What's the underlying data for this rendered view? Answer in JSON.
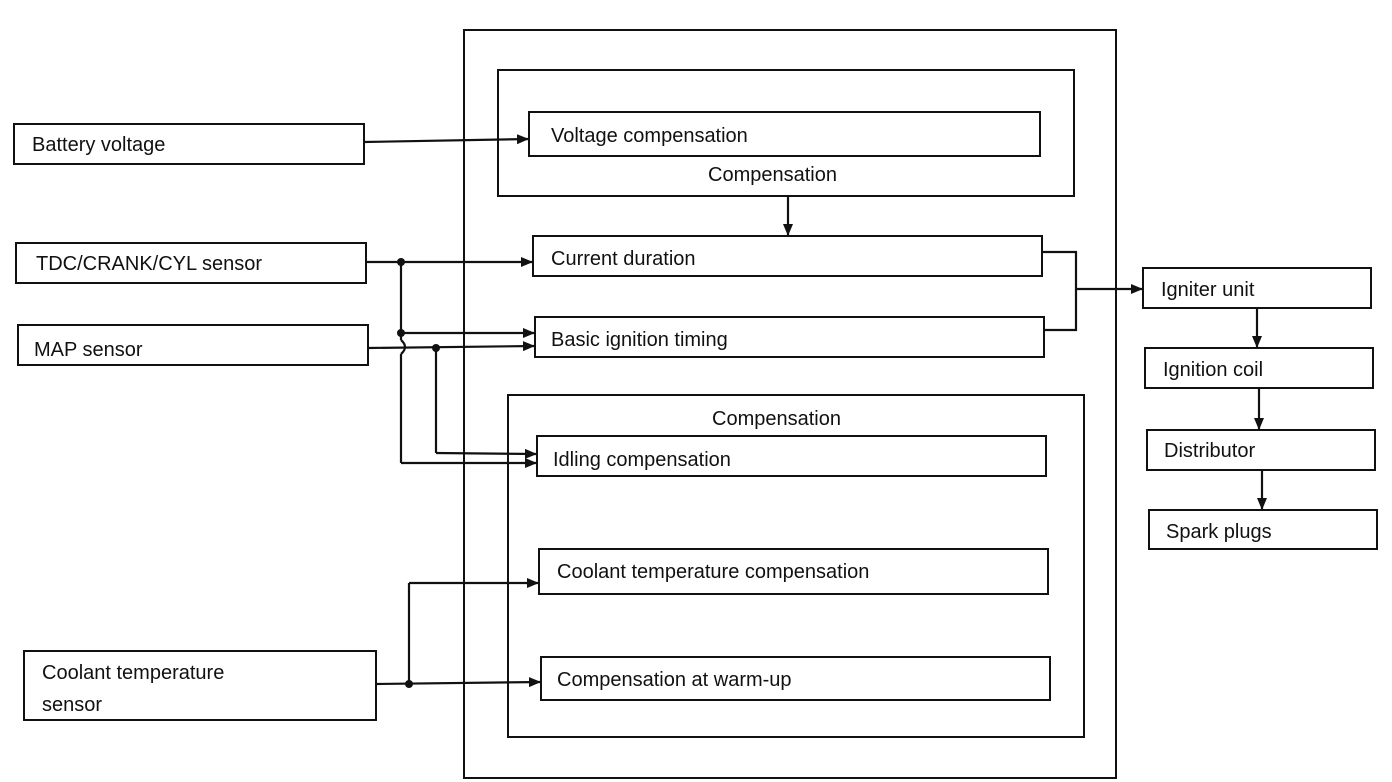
{
  "inputs": {
    "battery_voltage": "Battery voltage",
    "tdc_sensor": "TDC/CRANK/CYL sensor",
    "map_sensor": "MAP sensor",
    "coolant_sensor_line1": "Coolant temperature",
    "coolant_sensor_line2": "sensor"
  },
  "ecu": {
    "upper_group": {
      "voltage_compensation": "Voltage compensation",
      "caption": "Compensation"
    },
    "current_duration": "Current duration",
    "basic_ignition_timing": "Basic ignition timing",
    "lower_group": {
      "caption": "Compensation",
      "idling_compensation": "Idling compensation",
      "coolant_temperature_compensation": "Coolant temperature compensation",
      "compensation_at_warm_up": "Compensation at warm-up"
    }
  },
  "outputs": {
    "igniter_unit": "Igniter unit",
    "ignition_coil": "Ignition coil",
    "distributor": "Distributor",
    "spark_plugs": "Spark plugs"
  }
}
